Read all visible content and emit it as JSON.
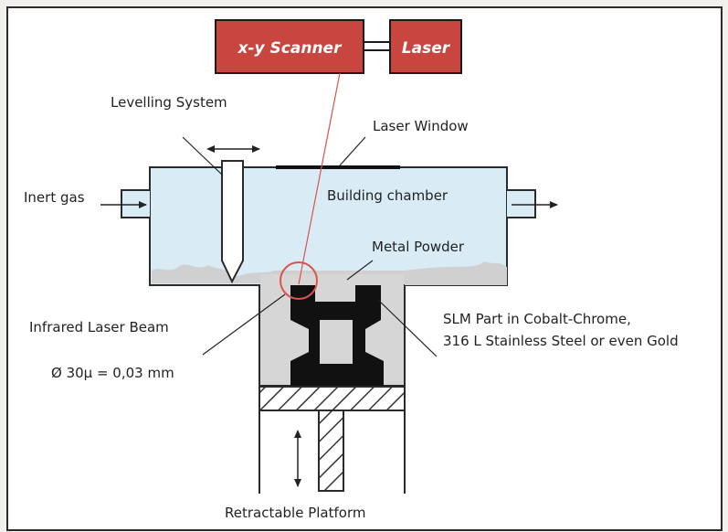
{
  "boxes": {
    "scanner": "x-y Scanner",
    "laser": "Laser"
  },
  "labels": {
    "levelling_system": "Levelling System",
    "laser_window": "Laser Window",
    "inert_gas": "Inert gas",
    "building_chamber": "Building chamber",
    "metal_powder": "Metal Powder",
    "infrared_laser_beam": "Infrared Laser Beam",
    "beam_diameter": "Ø 30µ = 0,03 mm",
    "slm_part_line1": "SLM Part in Cobalt-Chrome,",
    "slm_part_line2": "316 L Stainless Steel or even Gold",
    "retractable_platform": "Retractable Platform"
  },
  "colors": {
    "box_fill": "#c8463f",
    "chamber_fill": "#d9ecf6",
    "powder_fill": "#d8d8d8",
    "part_fill": "#111111",
    "beam": "#d9534f",
    "frame": "#2a2a2a"
  }
}
